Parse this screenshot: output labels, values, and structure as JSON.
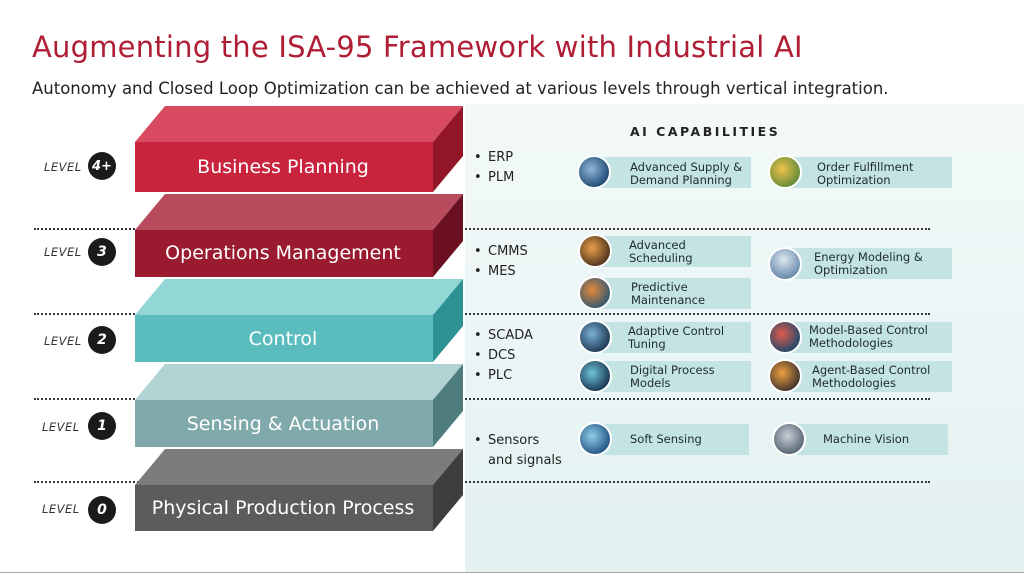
{
  "header": {
    "title": "Augmenting the ISA-95 Framework with Industrial AI",
    "subtitle": "Autonomy and Closed Loop Optimization can be achieved at various levels through vertical integration."
  },
  "levels": [
    {
      "label": "LEVEL",
      "number": "4+",
      "block": "Business Planning",
      "systems": [
        "ERP",
        "PLM"
      ]
    },
    {
      "label": "LEVEL",
      "number": "3",
      "block": "Operations Management",
      "systems": [
        "CMMS",
        "MES"
      ]
    },
    {
      "label": "LEVEL",
      "number": "2",
      "block": "Control",
      "systems": [
        "SCADA",
        "DCS",
        "PLC"
      ]
    },
    {
      "label": "LEVEL",
      "number": "1",
      "block": "Sensing & Actuation",
      "systems": [
        "Sensors",
        "and signals"
      ]
    },
    {
      "label": "LEVEL",
      "number": "0",
      "block": "Physical Production Process",
      "systems": []
    }
  ],
  "capabilities": {
    "heading": "AI CAPABILITIES",
    "items": [
      {
        "line1": "Advanced Supply &",
        "line2": "Demand Planning"
      },
      {
        "line1": "Order Fulfillment",
        "line2": "Optimization"
      },
      {
        "line1": "Advanced",
        "line2": "Scheduling"
      },
      {
        "line1": "Energy Modeling &",
        "line2": "Optimization"
      },
      {
        "line1": "Predictive",
        "line2": "Maintenance"
      },
      {
        "line1": "Adaptive Control",
        "line2": "Tuning"
      },
      {
        "line1": "Model-Based Control",
        "line2": "Methodologies"
      },
      {
        "line1": "Digital Process",
        "line2": "Models"
      },
      {
        "line1": "Agent-Based Control",
        "line2": "Methodologies"
      },
      {
        "line1": "Soft Sensing",
        "line2": ""
      },
      {
        "line1": "Machine Vision",
        "line2": ""
      }
    ]
  },
  "colors": {
    "title": "#b01e36",
    "level4": "#c8243d",
    "level3": "#9a1b2f",
    "level2": "#5bbcbd",
    "level1": "#7fa9aa",
    "level0": "#5c5c5c",
    "capability_fill": "#c4e4e4"
  }
}
